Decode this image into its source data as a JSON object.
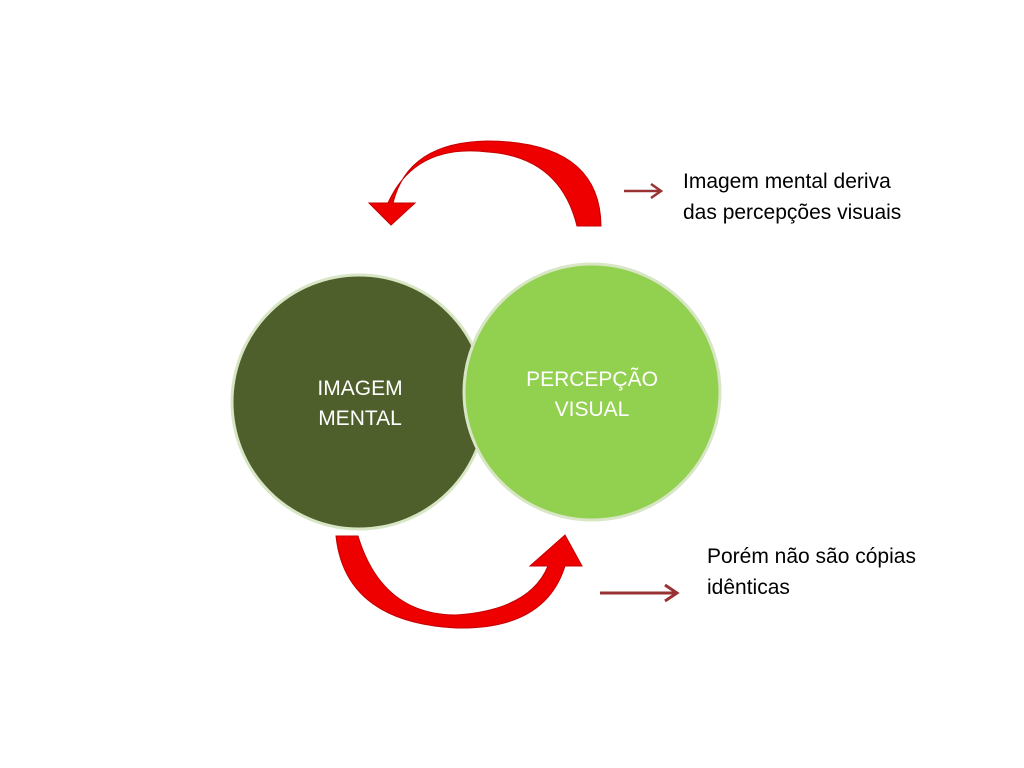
{
  "slide": {
    "circles": {
      "imagem_mental": {
        "line1": "IMAGEM",
        "line2": "MENTAL",
        "color": "#4e5f2b"
      },
      "percepcao_visual": {
        "line1": "PERCEPÇÃO",
        "line2": "VISUAL",
        "color": "#92d050"
      }
    },
    "notes": {
      "top": {
        "line1": "Imagem mental deriva",
        "line2": "das percepções visuais"
      },
      "bottom": {
        "line1": "Porém não são cópias",
        "line2": "idênticas"
      }
    },
    "colors": {
      "curved_arrow": "#ee0000",
      "pointer_arrow": "#993333",
      "circle_border": "#d8e6c6"
    }
  }
}
